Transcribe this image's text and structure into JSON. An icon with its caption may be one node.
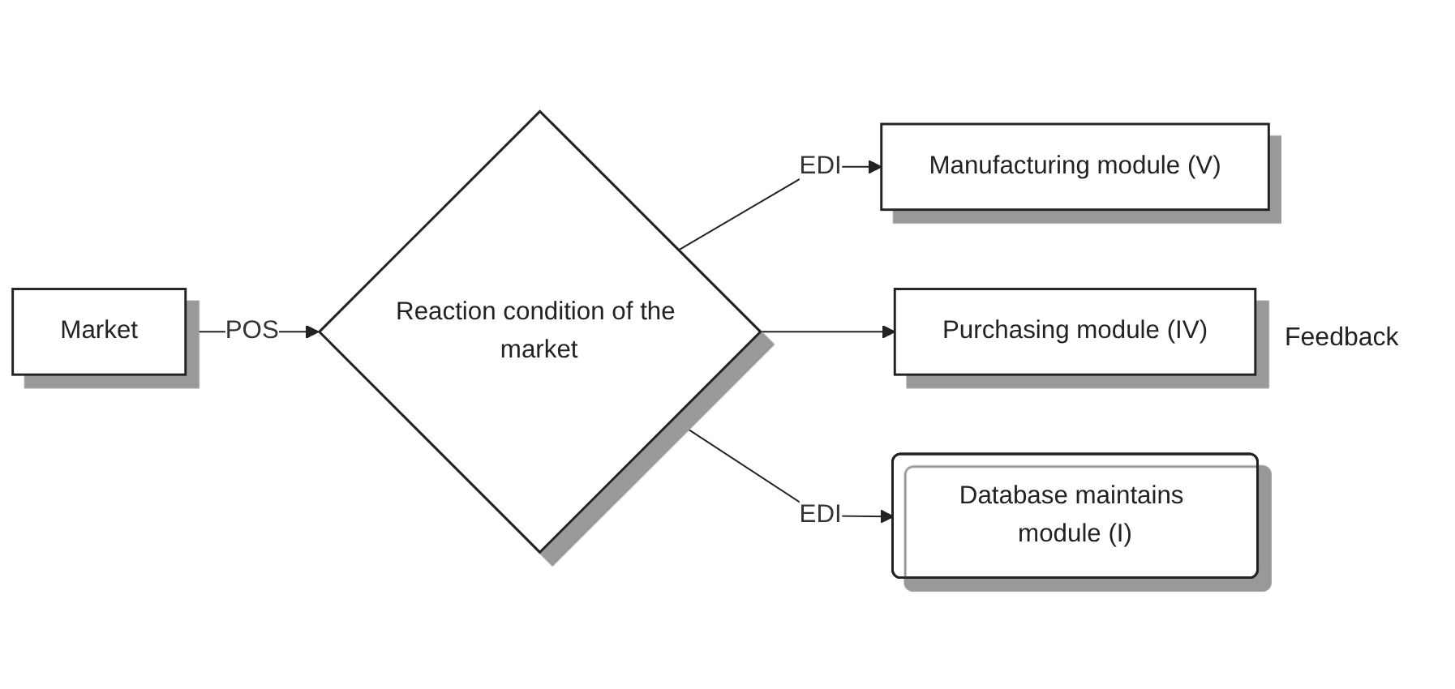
{
  "diagram": {
    "nodes": [
      {
        "text": [
          "Market"
        ]
      },
      {
        "text": [
          "Reaction condition of the market"
        ]
      },
      {
        "text": [
          "Manufacturing module (V)"
        ]
      },
      {
        "text": [
          "Purchasing module (IV)"
        ]
      },
      {
        "text": [
          "Database maintains module (I)"
        ]
      }
    ],
    "edges": [
      {
        "from": 0,
        "to": 1,
        "arrow": "to",
        "label": "POS"
      },
      {
        "from": 1,
        "to": 2,
        "arrow": "to",
        "label": "EDI"
      },
      {
        "from": 1,
        "to": 3,
        "arrow": "to"
      },
      {
        "from": 1,
        "to": 4,
        "arrow": "to",
        "label": "EDI"
      }
    ],
    "labels": [
      "Feedback"
    ]
  }
}
